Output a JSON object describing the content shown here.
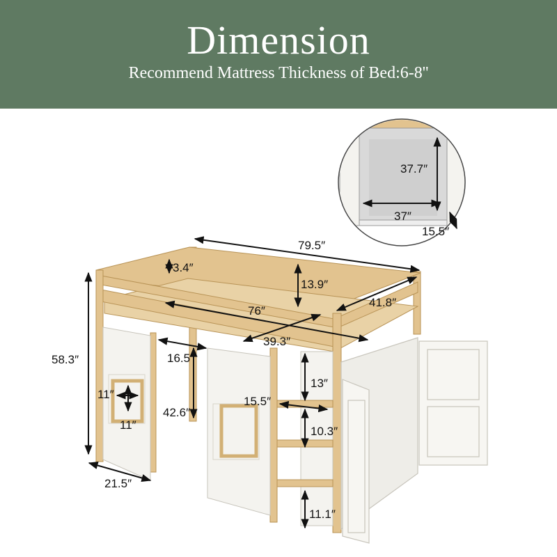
{
  "header": {
    "title": "Dimension",
    "subtitle": "Recommend Mattress Thickness of Bed:6-8''"
  },
  "colors": {
    "banner": "#5f7a62",
    "wood": "#e2c38f",
    "wood_dark": "#c9a46a",
    "panel": "#f4f3ef"
  },
  "dimensions": {
    "length_overall": "79.5″",
    "width_overall": "41.8″",
    "length_inner": "76″",
    "width_inner": "39.3″",
    "rail_height": "13.9″",
    "slat_gap": "3.4″",
    "height_overall": "58.3″",
    "leg_depth": "21.5″",
    "opening_width": "16.5″",
    "opening_height": "42.6″",
    "window_w": "11″",
    "window_h": "11″",
    "ladder_top_gap": "13″",
    "ladder_width": "15.5″",
    "ladder_step": "10.3″",
    "ladder_bottom": "11.1″",
    "cabinet_height": "37.7″",
    "cabinet_width": "37″",
    "cabinet_depth": "15.5″"
  }
}
